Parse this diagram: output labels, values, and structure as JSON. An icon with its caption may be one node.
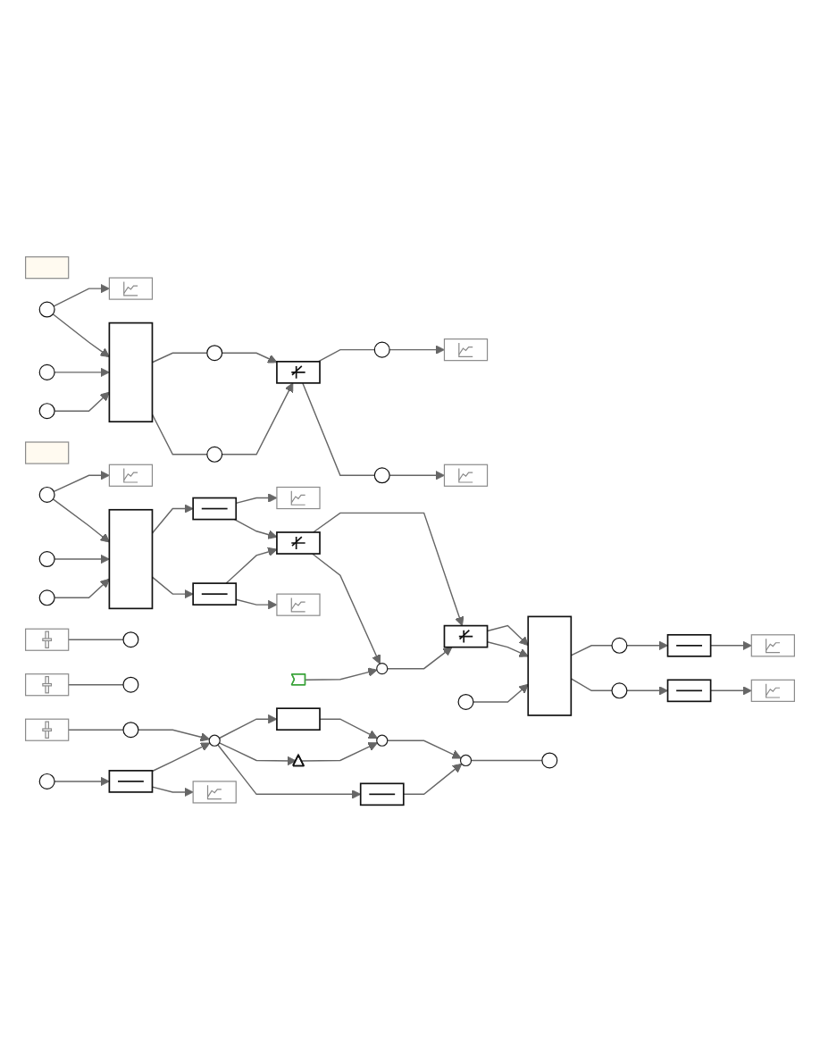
{
  "diagram": {
    "nodes": [
      {
        "text": [],
        "shape": "box"
      },
      {
        "text": [],
        "shape": "picture"
      },
      {
        "text": [],
        "shape": "circle"
      },
      {
        "text": [],
        "shape": "circle"
      },
      {
        "text": [],
        "shape": "circle"
      },
      {
        "text": [],
        "shape": "box"
      },
      {
        "text": [],
        "shape": "circle"
      },
      {
        "text": [],
        "shape": "circle"
      },
      {
        "text": [],
        "shape": "box"
      },
      {
        "text": [],
        "shape": "circle"
      },
      {
        "text": [],
        "shape": "circle"
      },
      {
        "text": [],
        "shape": "picture"
      },
      {
        "text": [],
        "shape": "picture"
      },
      {
        "text": [],
        "shape": "box"
      },
      {
        "text": [],
        "shape": "picture"
      },
      {
        "text": [],
        "shape": "circle"
      },
      {
        "text": [],
        "shape": "circle"
      },
      {
        "text": [],
        "shape": "circle"
      },
      {
        "text": [],
        "shape": "box"
      },
      {
        "text": [],
        "shape": "picture"
      },
      {
        "text": [],
        "shape": "box"
      },
      {
        "text": [],
        "shape": "box"
      },
      {
        "text": [],
        "shape": "box"
      },
      {
        "text": [],
        "shape": "picture"
      },
      {
        "text": [],
        "shape": "circle"
      },
      {
        "text": [],
        "shape": "tag"
      },
      {
        "text": [],
        "shape": "box"
      },
      {
        "text": [],
        "shape": "box"
      },
      {
        "text": [],
        "shape": "circle"
      },
      {
        "text": [],
        "shape": "circle"
      },
      {
        "text": [],
        "shape": "circle"
      },
      {
        "text": [],
        "shape": "box"
      },
      {
        "text": [],
        "shape": "box"
      },
      {
        "text": [],
        "shape": "picture"
      },
      {
        "text": [],
        "shape": "picture"
      },
      {
        "text": [],
        "shape": "picture"
      },
      {
        "text": [],
        "shape": "circle"
      },
      {
        "text": [],
        "shape": "picture"
      },
      {
        "text": [],
        "shape": "circle"
      },
      {
        "text": [],
        "shape": "picture"
      },
      {
        "text": [],
        "shape": "circle"
      },
      {
        "text": [],
        "shape": "circle"
      },
      {
        "text": [],
        "shape": "box"
      },
      {
        "text": [],
        "shape": "circle"
      },
      {
        "text": [],
        "shape": "triangle"
      },
      {
        "text": [],
        "shape": "circle"
      },
      {
        "text": [],
        "shape": "circle"
      },
      {
        "text": [],
        "shape": "circle"
      },
      {
        "text": [],
        "shape": "box"
      },
      {
        "text": [],
        "shape": "picture"
      },
      {
        "text": [],
        "shape": "box"
      }
    ],
    "edges": [
      {
        "from": 2,
        "to": 1,
        "arrow": "to"
      },
      {
        "from": 2,
        "to": 5,
        "arrow": "to"
      },
      {
        "from": 3,
        "to": 5,
        "arrow": "to"
      },
      {
        "from": 4,
        "to": 5,
        "arrow": "to"
      },
      {
        "from": 5,
        "to": 6,
        "arrow": "none"
      },
      {
        "from": 6,
        "to": 8,
        "arrow": "to"
      },
      {
        "from": 5,
        "to": 7,
        "arrow": "none"
      },
      {
        "from": 7,
        "to": 8,
        "arrow": "to"
      },
      {
        "from": 8,
        "to": 9,
        "arrow": "none"
      },
      {
        "from": 9,
        "to": 11,
        "arrow": "to"
      },
      {
        "from": 8,
        "to": 10,
        "arrow": "none"
      },
      {
        "from": 10,
        "to": 12,
        "arrow": "to"
      },
      {
        "from": 15,
        "to": 14,
        "arrow": "to"
      },
      {
        "from": 15,
        "to": 18,
        "arrow": "to"
      },
      {
        "from": 16,
        "to": 18,
        "arrow": "to"
      },
      {
        "from": 17,
        "to": 18,
        "arrow": "to"
      },
      {
        "from": 18,
        "to": 20,
        "arrow": "to"
      },
      {
        "from": 18,
        "to": 21,
        "arrow": "to"
      },
      {
        "from": 20,
        "to": 19,
        "arrow": "to"
      },
      {
        "from": 20,
        "to": 22,
        "arrow": "to"
      },
      {
        "from": 21,
        "to": 22,
        "arrow": "to"
      },
      {
        "from": 21,
        "to": 23,
        "arrow": "to"
      },
      {
        "from": 22,
        "to": 26,
        "arrow": "to"
      },
      {
        "from": 22,
        "to": 24,
        "arrow": "to"
      },
      {
        "from": 25,
        "to": 24,
        "arrow": "to"
      },
      {
        "from": 24,
        "to": 26,
        "arrow": "to"
      },
      {
        "from": 26,
        "to": 27,
        "arrow": "to"
      },
      {
        "from": 26,
        "to": 27,
        "arrow": "to"
      },
      {
        "from": 28,
        "to": 27,
        "arrow": "to"
      },
      {
        "from": 27,
        "to": 29,
        "arrow": "none"
      },
      {
        "from": 29,
        "to": 31,
        "arrow": "to"
      },
      {
        "from": 27,
        "to": 30,
        "arrow": "none"
      },
      {
        "from": 30,
        "to": 32,
        "arrow": "to"
      },
      {
        "from": 31,
        "to": 33,
        "arrow": "to"
      },
      {
        "from": 32,
        "to": 34,
        "arrow": "to"
      },
      {
        "from": 35,
        "to": 36,
        "arrow": "none"
      },
      {
        "from": 37,
        "to": 38,
        "arrow": "none"
      },
      {
        "from": 39,
        "to": 40,
        "arrow": "none"
      },
      {
        "from": 40,
        "to": 41,
        "arrow": "to"
      },
      {
        "from": 47,
        "to": 48,
        "arrow": "to"
      },
      {
        "from": 48,
        "to": 41,
        "arrow": "to"
      },
      {
        "from": 48,
        "to": 49,
        "arrow": "to"
      },
      {
        "from": 41,
        "to": 42,
        "arrow": "to"
      },
      {
        "from": 41,
        "to": 44,
        "arrow": "to"
      },
      {
        "from": 41,
        "to": 50,
        "arrow": "to"
      },
      {
        "from": 42,
        "to": 43,
        "arrow": "to"
      },
      {
        "from": 44,
        "to": 43,
        "arrow": "to"
      },
      {
        "from": 43,
        "to": 45,
        "arrow": "to"
      },
      {
        "from": 50,
        "to": 45,
        "arrow": "to"
      },
      {
        "from": 45,
        "to": 46,
        "arrow": "none"
      }
    ]
  }
}
